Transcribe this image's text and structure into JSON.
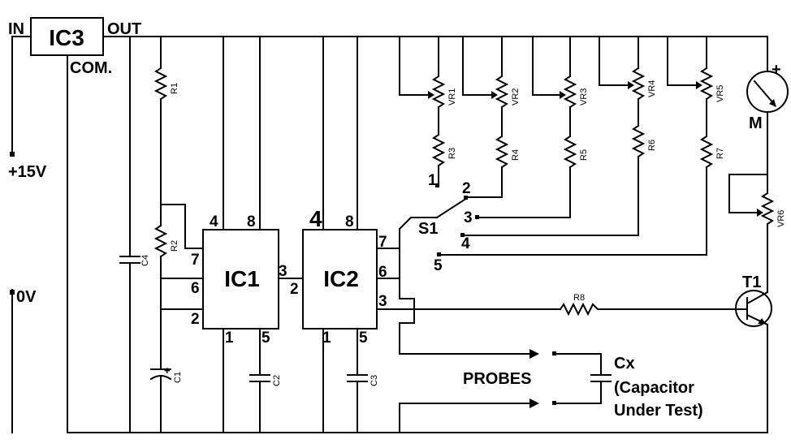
{
  "labels": {
    "ic3": "IC3",
    "ic1": "IC1",
    "ic2": "IC2",
    "in": "IN",
    "out": "OUT",
    "com": "COM.",
    "v15": "+15V",
    "v0": "0V",
    "r1": "R1",
    "r2": "R2",
    "r3": "R3",
    "r4": "R4",
    "r5": "R5",
    "r6": "R6",
    "r7": "R7",
    "r8": "R8",
    "vr1": "VR1",
    "vr2": "VR2",
    "vr3": "VR3",
    "vr4": "VR4",
    "vr5": "VR5",
    "vr6": "VR6",
    "c1": "C1",
    "c2": "C2",
    "c3": "C3",
    "c4": "C4",
    "s1": "S1",
    "t1": "T1",
    "m": "M",
    "m_plus": "+",
    "c1_plus": "+",
    "probes": "PROBES",
    "cx": "Cx",
    "cx_line1": "(Capacitor",
    "cx_line2": "Under Test)",
    "ic1_pins": {
      "p4": "4",
      "p8": "8",
      "p7": "7",
      "p6": "6",
      "p2": "2",
      "p3": "3",
      "p1": "1",
      "p5": "5"
    },
    "ic2_pins": {
      "p4": "4",
      "p8": "8",
      "p7": "7",
      "p6": "6",
      "p2": "2",
      "p3": "3",
      "p1": "1",
      "p5": "5"
    },
    "switch_positions": {
      "s1": "1",
      "s2": "2",
      "s3": "3",
      "s4": "4",
      "s5": "5"
    }
  }
}
